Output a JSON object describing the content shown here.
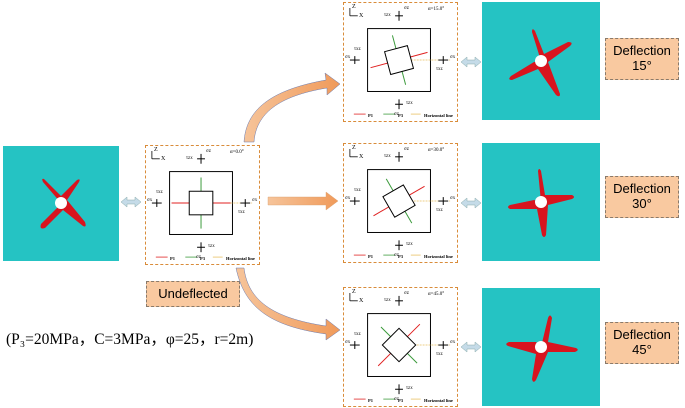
{
  "colors": {
    "background_mesh": "#25c3c3",
    "failure_zone": "#d8141e",
    "panel_border": "#d98c3a",
    "tag_fill": "#f9c9a0",
    "p1_line": "#e02020",
    "p3_line": "#3a9a3a",
    "horizontal_line": "#e8c060",
    "arrow_fill": "#f4b183"
  },
  "panels": [
    {
      "alpha": "α=0.0°",
      "axis_z": "Z",
      "axis_x": "X",
      "stress": {
        "top": "σz",
        "tau_top": "τzx",
        "left": "σx",
        "tau_left": "τxz",
        "right": "σx",
        "tau_right": "τxz",
        "bottom": "σz",
        "tau_bottom": "τzx"
      },
      "legend": {
        "p1": "P1",
        "p3": "P3",
        "horizontal": "Horizontal line"
      }
    },
    {
      "alpha": "α=15.0°",
      "axis_z": "Z",
      "axis_x": "X",
      "stress": {
        "top": "σz",
        "tau_top": "τzx",
        "left": "σx",
        "tau_left": "τxz",
        "right": "σx",
        "tau_right": "τxz",
        "bottom": "σz",
        "tau_bottom": "τzx"
      },
      "legend": {
        "p1": "P1",
        "p3": "P3",
        "horizontal": "Horizontal line"
      }
    },
    {
      "alpha": "α=30.0°",
      "axis_z": "Z",
      "axis_x": "X",
      "stress": {
        "top": "σz",
        "tau_top": "τzx",
        "left": "σx",
        "tau_left": "τxz",
        "right": "σx",
        "tau_right": "τxz",
        "bottom": "σz",
        "tau_bottom": "τzx"
      },
      "legend": {
        "p1": "P1",
        "p3": "P3",
        "horizontal": "Horizontal line"
      }
    },
    {
      "alpha": "α=45.0°",
      "axis_z": "Z",
      "axis_x": "X",
      "stress": {
        "top": "σz",
        "tau_top": "τzx",
        "left": "σx",
        "tau_left": "τxz",
        "right": "σx",
        "tau_right": "τxz",
        "bottom": "σz",
        "tau_bottom": "τzx"
      },
      "legend": {
        "p1": "P1",
        "p3": "P3",
        "horizontal": "Horizontal line"
      }
    }
  ],
  "tags": {
    "undeflected": "Undeflected",
    "deflection_word": "Deflection",
    "d15": "15°",
    "d30": "30°",
    "d45": "45°"
  },
  "parameters": "(P₃=20MPa，C=3MPa，φ=25，r=2m)"
}
